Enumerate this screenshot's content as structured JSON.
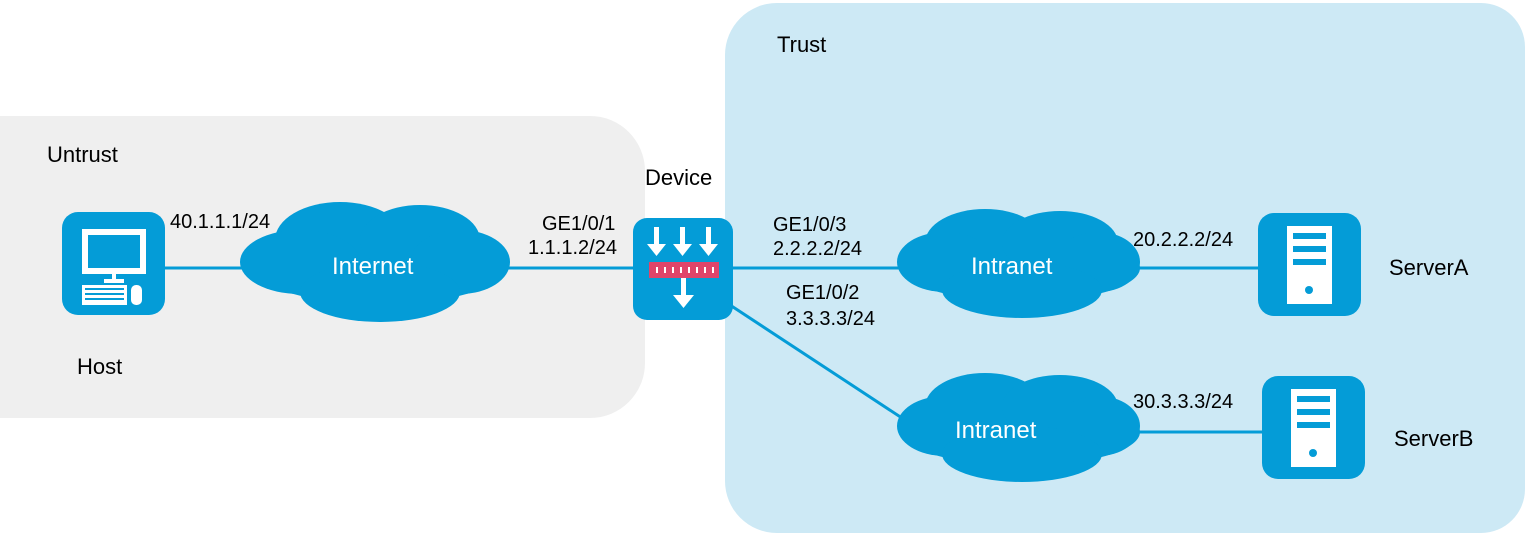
{
  "zones": {
    "untrust": {
      "label": "Untrust",
      "color": "#efefef"
    },
    "trust": {
      "label": "Trust",
      "color": "#cde9f5"
    }
  },
  "colors": {
    "accent": "#049cd7",
    "device_bar": "#e0446a",
    "link": "#049cd7"
  },
  "nodes": {
    "host": {
      "label": "Host",
      "icon": "pc-icon",
      "ip": "40.1.1.1/24"
    },
    "internet": {
      "label": "Internet",
      "icon": "cloud-icon"
    },
    "device": {
      "label": "Device",
      "icon": "firewall-icon"
    },
    "intranet_a": {
      "label": "Intranet",
      "icon": "cloud-icon"
    },
    "intranet_b": {
      "label": "Intranet",
      "icon": "cloud-icon"
    },
    "server_a": {
      "label": "ServerA",
      "icon": "server-icon",
      "ip": "20.2.2.2/24"
    },
    "server_b": {
      "label": "ServerB",
      "icon": "server-icon",
      "ip": "30.3.3.3/24"
    }
  },
  "interfaces": {
    "ge101": {
      "name": "GE1/0/1",
      "ip": "1.1.1.2/24"
    },
    "ge103": {
      "name": "GE1/0/3",
      "ip": "2.2.2.2/24"
    },
    "ge102": {
      "name": "GE1/0/2",
      "ip": "3.3.3.3/24"
    }
  }
}
